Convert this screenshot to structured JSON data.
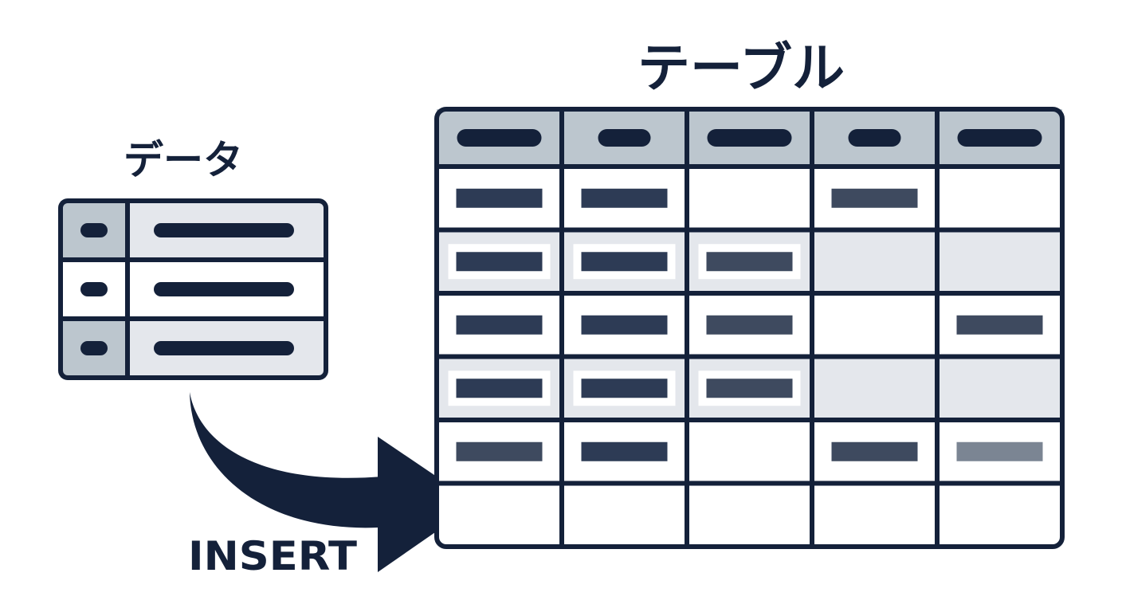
{
  "colors": {
    "ink": "#14213a",
    "header_fill": "#bcc6ce",
    "row_alt_fill": "#e4e7ec",
    "row_fill": "#ffffff",
    "bar_dark": "#2d3b55",
    "bar_medium": "#3e4a5f",
    "bar_light": "#7b8593",
    "background": "#ffffff"
  },
  "source": {
    "title": "データ",
    "rows": [
      {
        "fill": "header",
        "key": "short",
        "value": "long"
      },
      {
        "fill": "plain",
        "key": "short",
        "value": "long"
      },
      {
        "fill": "header",
        "key": "short",
        "value": "long"
      }
    ]
  },
  "arrow": {
    "label": "INSERT"
  },
  "target": {
    "title": "テーブル",
    "columns": 5,
    "header_pills": [
      "long",
      "short",
      "long",
      "short",
      "long"
    ],
    "rows": [
      {
        "fill": "plain",
        "cells": [
          "dark",
          "dark",
          "",
          "medium",
          ""
        ]
      },
      {
        "fill": "alt",
        "cells": [
          "dark",
          "dark",
          "medium",
          "",
          ""
        ]
      },
      {
        "fill": "plain",
        "cells": [
          "dark",
          "dark",
          "medium",
          "",
          "medium"
        ]
      },
      {
        "fill": "alt",
        "cells": [
          "dark",
          "dark",
          "medium",
          "",
          ""
        ]
      },
      {
        "fill": "plain",
        "cells": [
          "medium",
          "dark",
          "",
          "medium",
          "light"
        ]
      },
      {
        "fill": "plain",
        "cells": [
          "",
          "",
          "",
          "",
          ""
        ]
      }
    ]
  }
}
